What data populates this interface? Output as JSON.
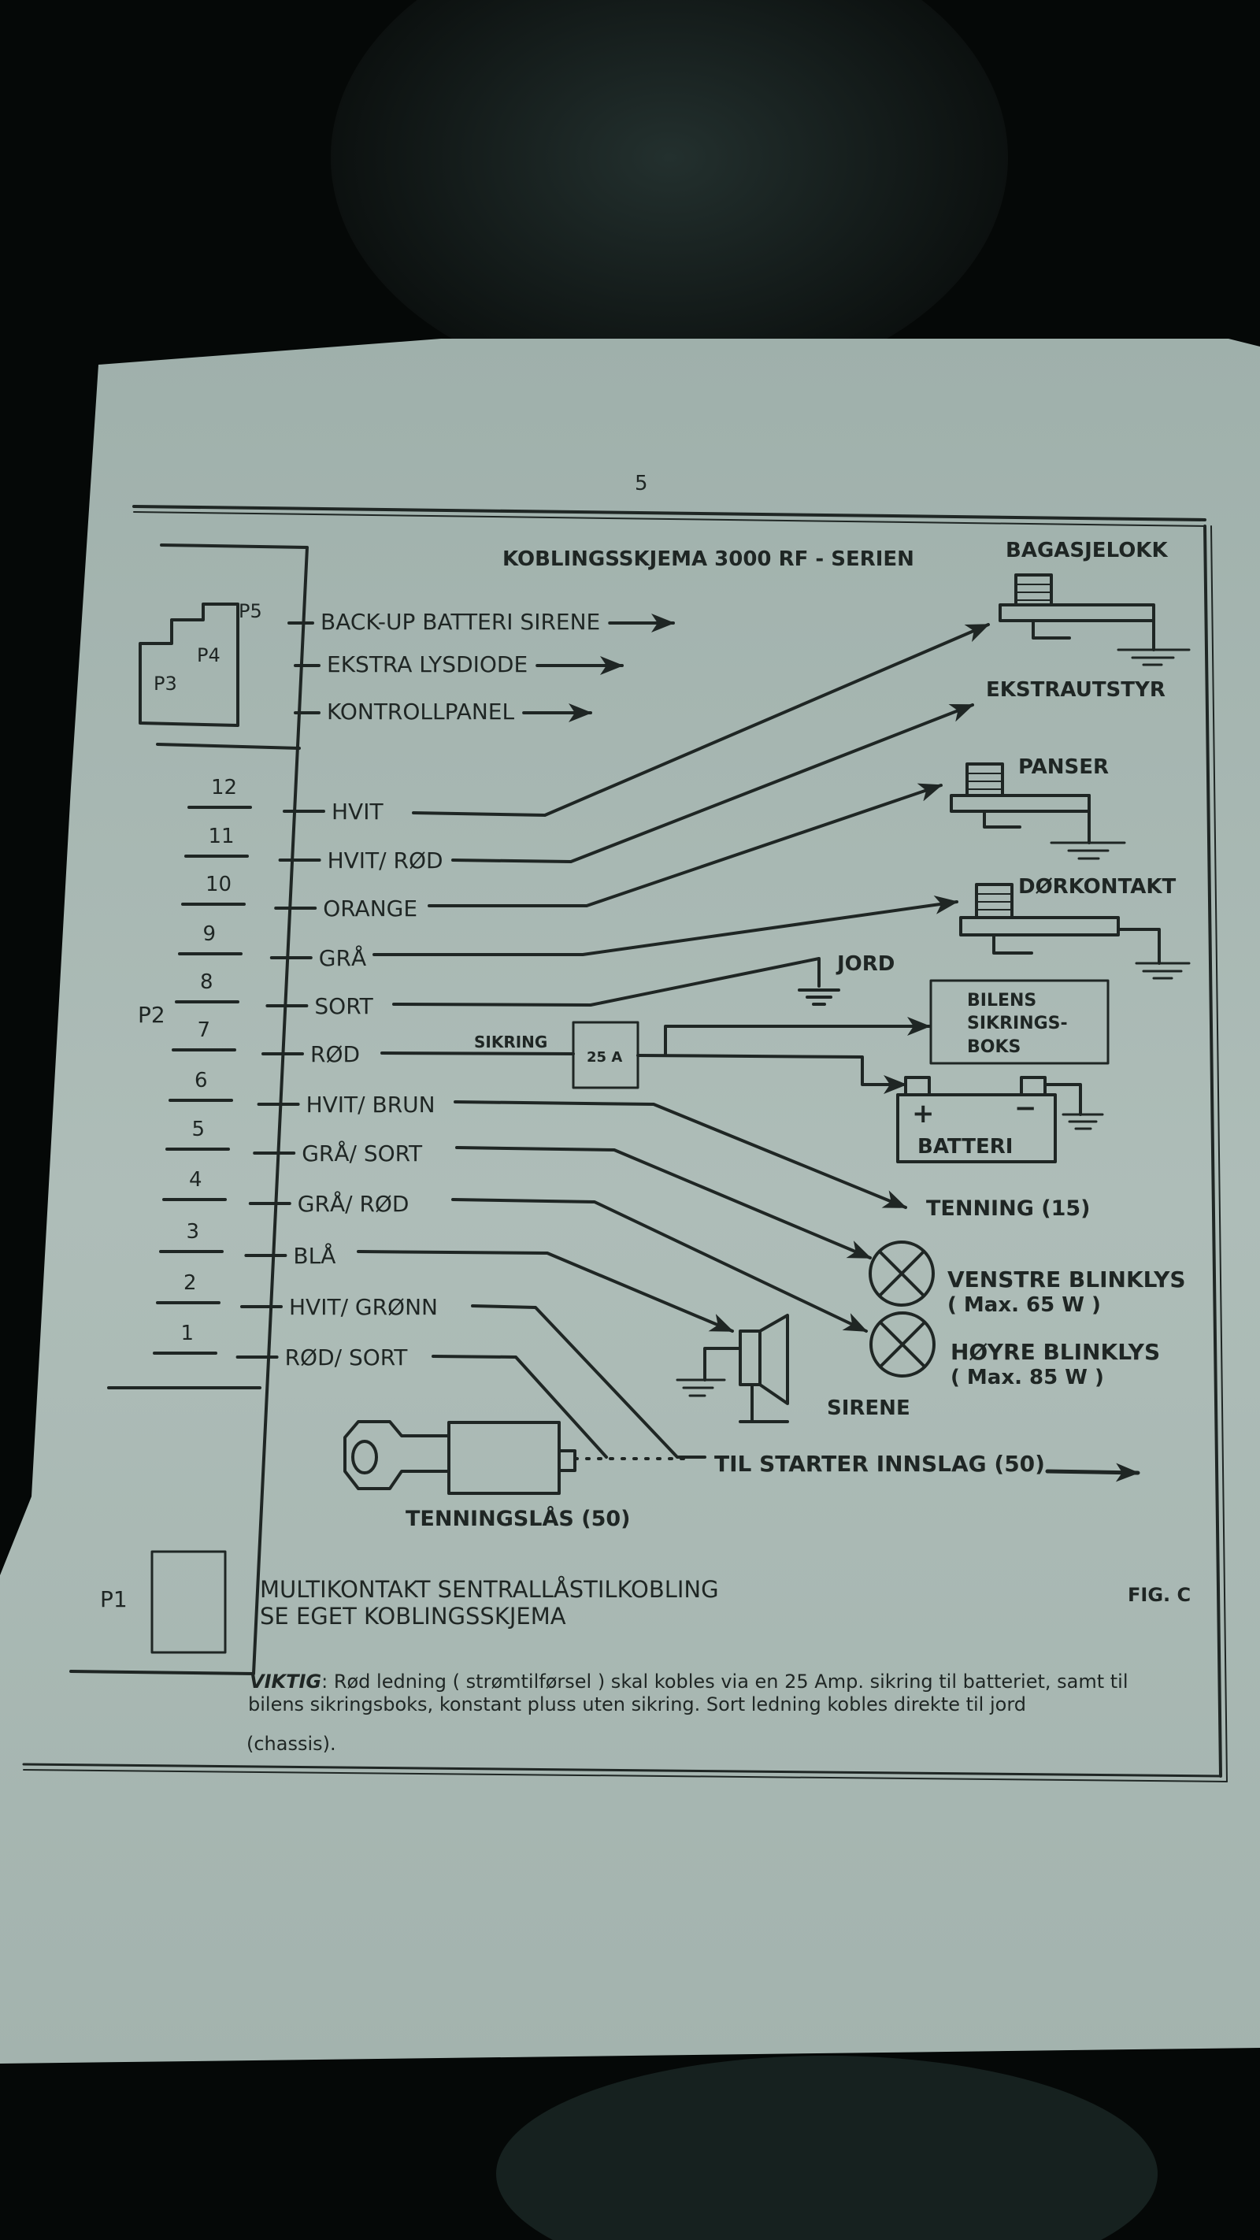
{
  "page_number": "5",
  "title": "KOBLINGSSKJEMA 3000 RF - SERIEN",
  "figure_label": "FIG. C",
  "connectors": {
    "p1": "P1",
    "p2": "P2",
    "p3": "P3",
    "p4": "P4",
    "p5": "P5"
  },
  "upper_outputs": [
    {
      "label": "BACK-UP BATTERI SIRENE",
      "icon": "arrow-right-icon"
    },
    {
      "label": "EKSTRA LYSDIODE",
      "icon": "arrow-right-icon"
    },
    {
      "label": "KONTROLLPANEL",
      "icon": "arrow-right-icon"
    }
  ],
  "p2_pins": [
    {
      "pin": "12",
      "color": "HVIT",
      "target": "BAGASJELOKK"
    },
    {
      "pin": "11",
      "color": "HVIT/ RØD",
      "target": "EKSTRAUTSTYR"
    },
    {
      "pin": "10",
      "color": "ORANGE",
      "target": "PANSER"
    },
    {
      "pin": "9",
      "color": "GRÅ",
      "target": "DØRKONTAKT"
    },
    {
      "pin": "8",
      "color": "SORT",
      "target": "JORD"
    },
    {
      "pin": "7",
      "color": "RØD",
      "target": "SIKRING 25 A"
    },
    {
      "pin": "6",
      "color": "HVIT/ BRUN",
      "target": "TENNING (15)"
    },
    {
      "pin": "5",
      "color": "GRÅ/ SORT",
      "target": "VENSTRE BLINKLYS"
    },
    {
      "pin": "4",
      "color": "GRÅ/ RØD",
      "target": "HØYRE BLINKLYS"
    },
    {
      "pin": "3",
      "color": "BLÅ",
      "target": "SIRENE"
    },
    {
      "pin": "2",
      "color": "HVIT/ GRØNN",
      "target": "TIL STARTER INNSLAG (50)"
    },
    {
      "pin": "1",
      "color": "RØD/ SORT",
      "target": "TENNINGSLÅS (50)"
    }
  ],
  "components": {
    "bagasjelokk": "BAGASJELOKK",
    "ekstrautstyr": "EKSTRAUTSTYR",
    "panser": "PANSER",
    "dorkontakt": "DØRKONTAKT",
    "jord": "JORD",
    "sikring_label": "SIKRING",
    "fuse_rating": "25 A",
    "fuse_box_lines": [
      "BILENS",
      "SIKRINGS-",
      "BOKS"
    ],
    "battery": "BATTERI",
    "battery_plus": "+",
    "battery_minus": "−",
    "tenning": "TENNING (15)",
    "left_blinker": "VENSTRE BLINKLYS",
    "left_blinker_max": "( Max. 65 W )",
    "right_blinker": "HØYRE BLINKLYS",
    "right_blinker_max": "( Max. 85 W )",
    "siren": "SIRENE",
    "starter": "TIL STARTER INNSLAG (50)",
    "ignition_lock": "TENNINGSLÅS (50)"
  },
  "p1_note": {
    "line1": "MULTIKONTAKT SENTRALLÅSTILKOBLING",
    "line2": "SE EGET KOBLINGSSKJEMA"
  },
  "important_note": {
    "label": "VIKTIG",
    "line1": ": Rød ledning ( strømtilførsel ) skal kobles via en 25 Amp. sikring til batteriet, samt til",
    "line2": "bilens sikringsboks, konstant pluss uten sikring.  Sort ledning  kobles direkte til jord",
    "line3": "(chassis)."
  },
  "colors": {
    "paper": "#a9b8b3",
    "ink": "#1f2624",
    "background": "#050807"
  }
}
